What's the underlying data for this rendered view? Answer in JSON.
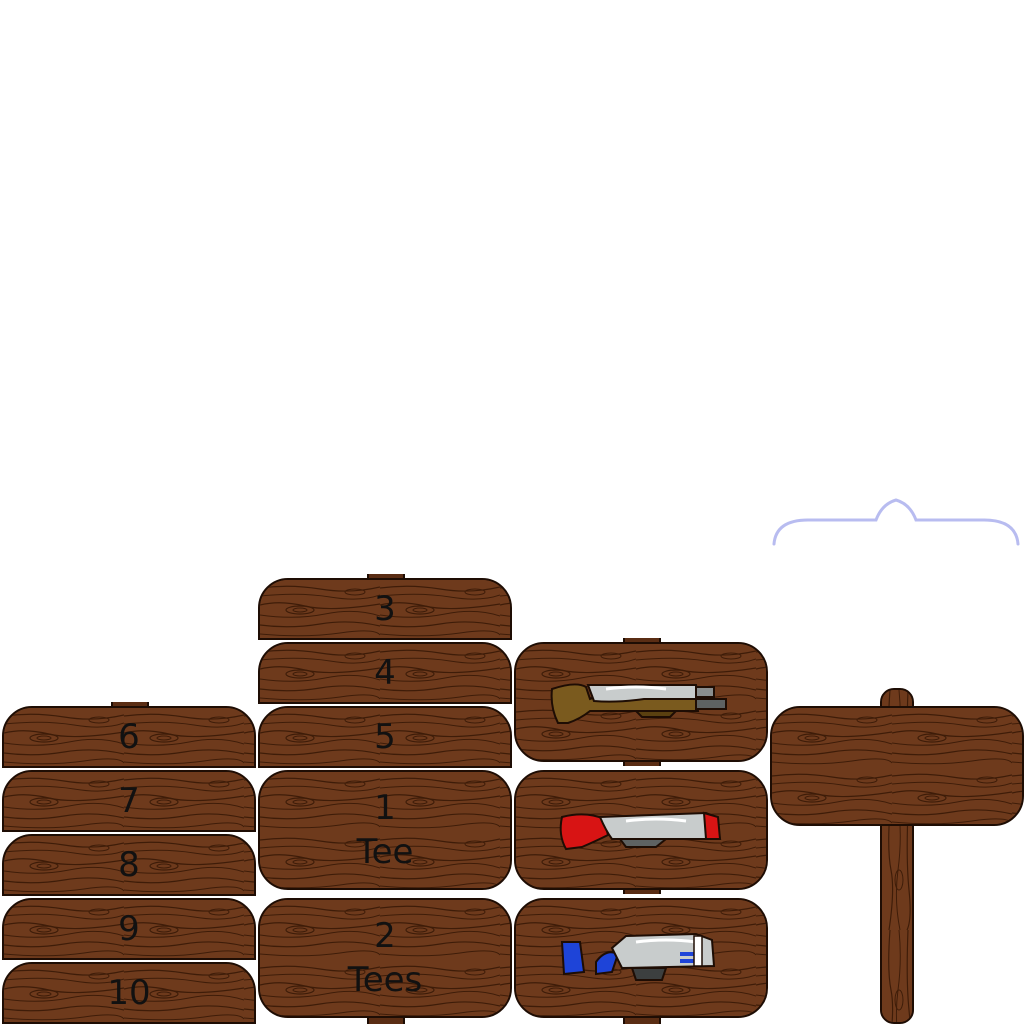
{
  "menu": {
    "rows": [
      {
        "label": "3",
        "sub": ""
      },
      {
        "label": "4",
        "sub": ""
      },
      {
        "label": "5",
        "sub": ""
      },
      {
        "label": "6",
        "sub": ""
      },
      {
        "label": "7",
        "sub": ""
      },
      {
        "label": "8",
        "sub": ""
      },
      {
        "label": "9",
        "sub": ""
      },
      {
        "label": "10",
        "sub": ""
      },
      {
        "label": "1",
        "sub": "Tee"
      },
      {
        "label": "2",
        "sub": "Tees"
      }
    ]
  },
  "weapons": [
    {
      "icon": "shotgun-icon",
      "colors": {
        "stock": "#7a5a1e",
        "body": "#c8cccc"
      }
    },
    {
      "icon": "grenade-launcher-icon",
      "colors": {
        "stock": "#d81414",
        "body": "#c8cccc"
      }
    },
    {
      "icon": "laser-rifle-icon",
      "colors": {
        "stock": "#1e44d8",
        "body": "#c8cccc"
      }
    }
  ],
  "colors": {
    "wood": "#6e3a1c",
    "wood_outline": "#1e0d04",
    "grain": "#3e1c08",
    "bubble": "#b8bcf0"
  }
}
